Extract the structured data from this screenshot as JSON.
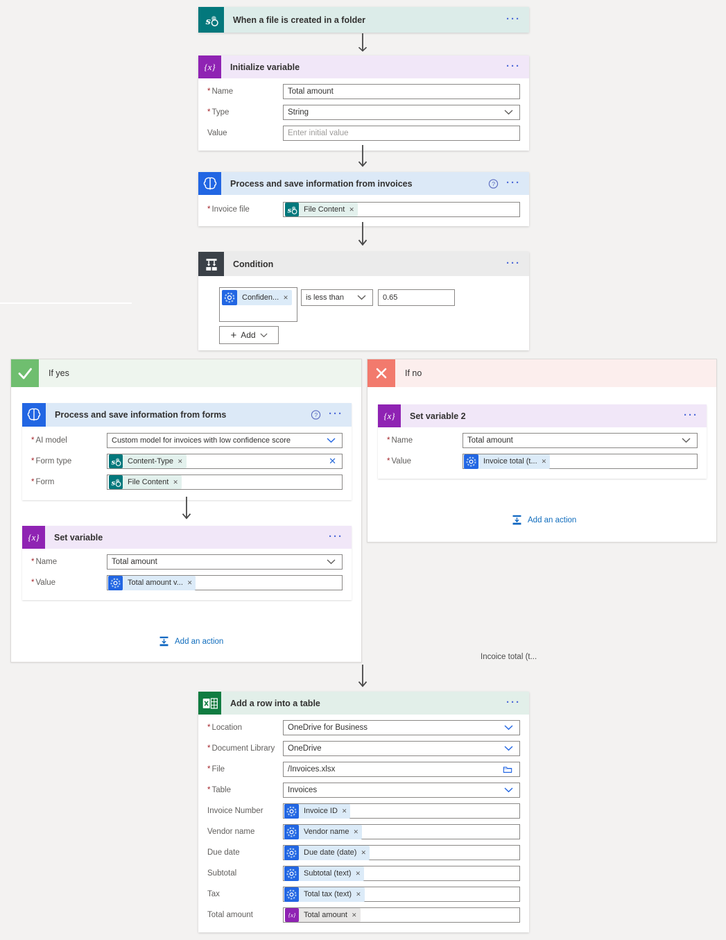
{
  "ui": {
    "ellipsis": "···",
    "remove_glyph": "✕",
    "clear_glyph": "✕",
    "required_marker": "*",
    "plus_glyph": "+",
    "var_glyph": "{x}",
    "help_glyph": "?"
  },
  "colors": {
    "canvas_bg": "#f3f2f1",
    "sharepoint_teal": "#03787c",
    "ai_blue": "#2266e3",
    "variable_purple": "#8f23b3",
    "excel_green": "#107c41",
    "condition_dark": "#3b4148",
    "if_yes_green": "#6fbe6f",
    "if_no_red": "#f27a6d",
    "link_blue": "#0f6cbd",
    "menu_blue": "#4f6bd8"
  },
  "trigger": {
    "title": "When a file is created in a folder"
  },
  "init_var": {
    "title": "Initialize variable",
    "name_label": "Name",
    "name_value": "Total amount",
    "type_label": "Type",
    "type_value": "String",
    "value_label": "Value",
    "value_placeholder": "Enter initial value"
  },
  "process_invoices": {
    "title": "Process and save information from invoices",
    "file_label": "Invoice file",
    "file_token": "File Content"
  },
  "condition": {
    "title": "Condition",
    "operand_token": "Confiden...",
    "operator": "is less than",
    "value": "0.65",
    "add_label": "Add"
  },
  "if_yes": {
    "label": "If yes",
    "forms": {
      "title": "Process and save information from forms",
      "ai_model_label": "AI model",
      "ai_model_value": "Custom model for invoices with low confidence score",
      "form_type_label": "Form type",
      "form_type_token": "Content-Type",
      "form_label": "Form",
      "form_token": "File Content"
    },
    "set_var": {
      "title": "Set variable",
      "name_label": "Name",
      "name_value": "Total amount",
      "value_label": "Value",
      "value_token": "Total amount v..."
    },
    "add_action": "Add an action"
  },
  "if_no": {
    "label": "If no",
    "set_var2": {
      "title": "Set variable 2",
      "name_label": "Name",
      "name_value": "Total amount",
      "value_label": "Value",
      "value_token": "Invoice total (t..."
    },
    "add_action": "Add an action"
  },
  "floating_text": "Incoice total (t...",
  "add_row": {
    "title": "Add a row into a table",
    "location_label": "Location",
    "location_value": "OneDrive for Business",
    "library_label": "Document Library",
    "library_value": "OneDrive",
    "file_label": "File",
    "file_value": "/Invoices.xlsx",
    "table_label": "Table",
    "table_value": "Invoices",
    "invoice_number_label": "Invoice Number",
    "invoice_number_token": "Invoice ID",
    "vendor_label": "Vendor name",
    "vendor_token": "Vendor name",
    "due_label": "Due date",
    "due_token": "Due date (date)",
    "subtotal_label": "Subtotal",
    "subtotal_token": "Subtotal (text)",
    "tax_label": "Tax",
    "tax_token": "Total tax (text)",
    "total_label": "Total amount",
    "total_token": "Total amount"
  }
}
